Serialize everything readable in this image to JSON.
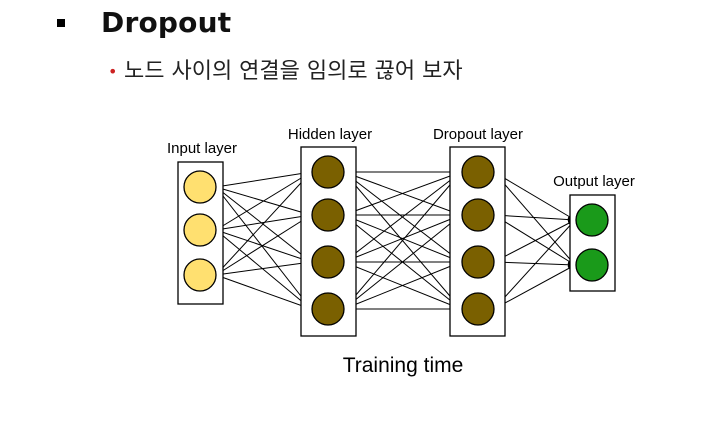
{
  "slide": {
    "title": "Dropout",
    "subtitle": "노드 사이의 연결을 임의로 끊어 보자"
  },
  "diagram": {
    "layers": [
      {
        "label": "Input layer",
        "node_count": 3,
        "color": "#ffe070"
      },
      {
        "label": "Hidden layer",
        "node_count": 4,
        "color": "#7a6000"
      },
      {
        "label": "Dropout layer",
        "node_count": 4,
        "color": "#7a6000"
      },
      {
        "label": "Output layer",
        "node_count": 2,
        "color": "#1a9a1a"
      }
    ],
    "caption": "Training time"
  }
}
